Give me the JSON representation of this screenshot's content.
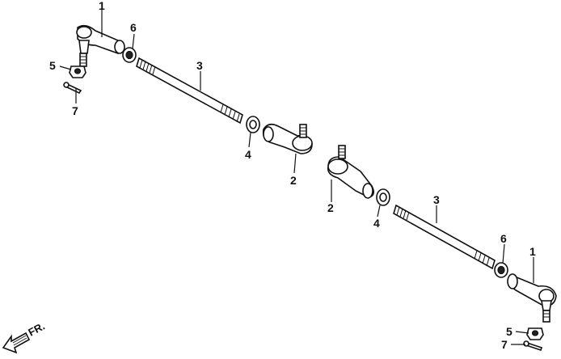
{
  "diagram": {
    "callouts": {
      "c1_left": "1",
      "c6_left": "6",
      "c5_left": "5",
      "c7_left": "7",
      "c3_left": "3",
      "c4_left": "4",
      "c2_left": "2",
      "c2_right": "2",
      "c4_right": "4",
      "c3_right": "3",
      "c6_right": "6",
      "c1_right": "1",
      "c5_right": "5",
      "c7_right": "7"
    },
    "direction_label": "FR."
  }
}
